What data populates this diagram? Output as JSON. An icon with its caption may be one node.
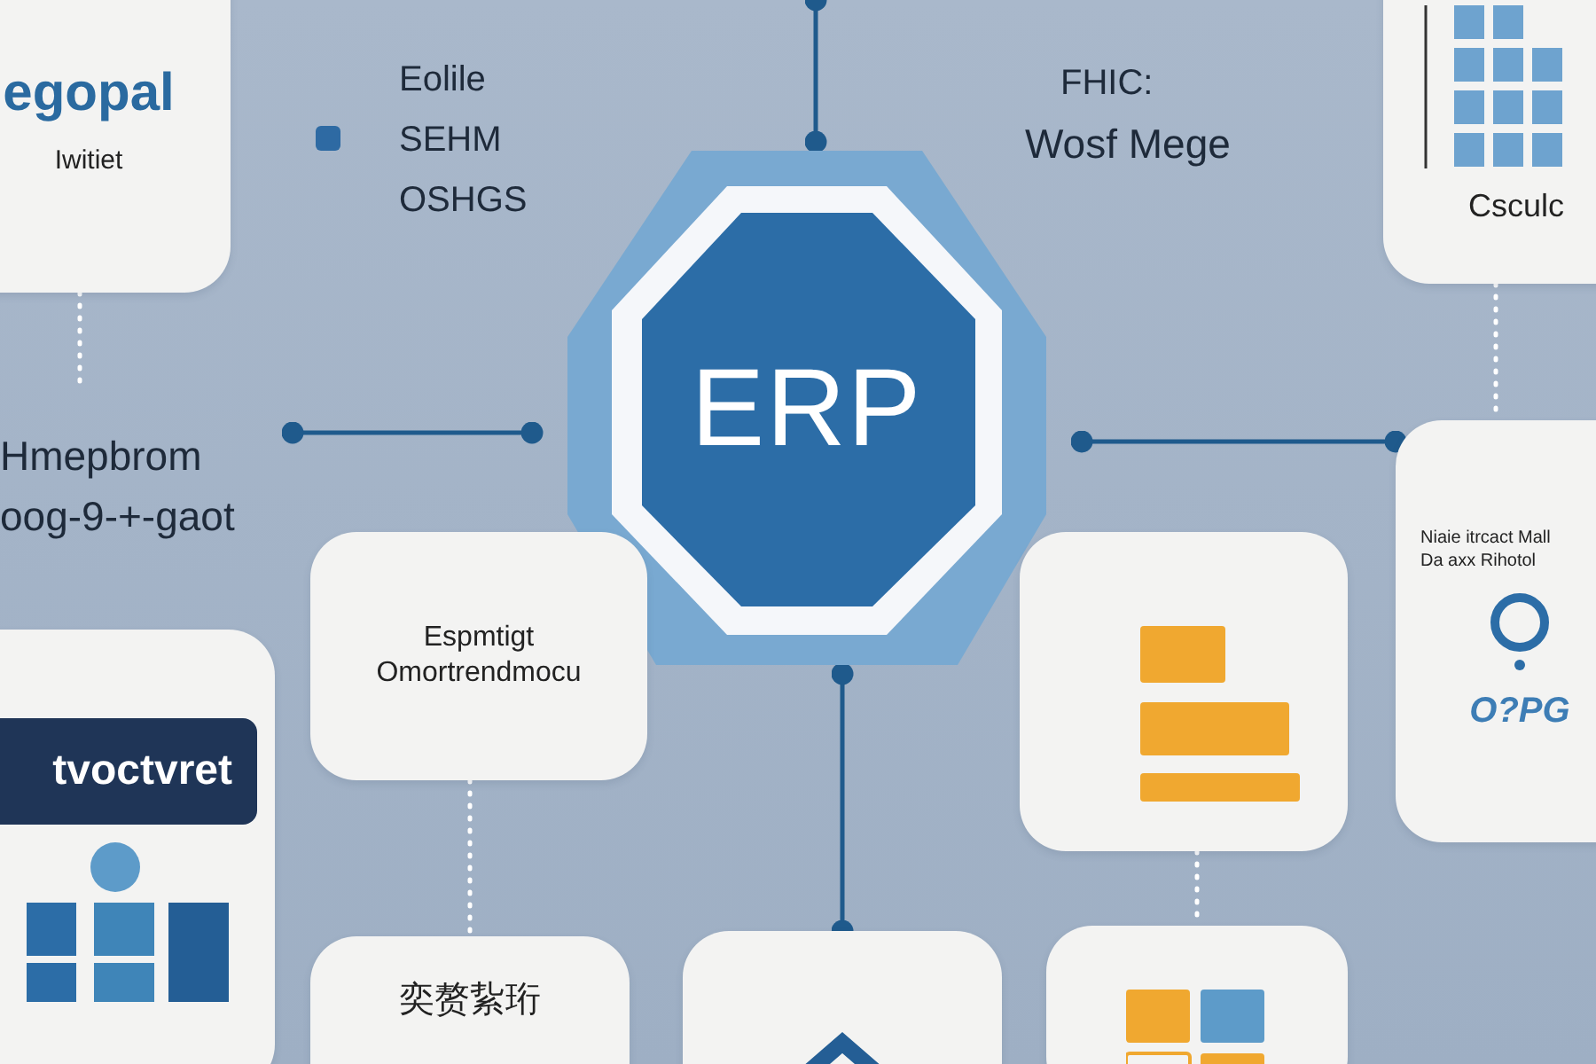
{
  "diagram": {
    "nodes": [
      {
        "text": [
          "egopal",
          "Iwitiet"
        ]
      },
      {
        "text": [
          "ERP"
        ]
      },
      {
        "text": [
          "Csculc"
        ]
      },
      {
        "text": [
          "Niaie itrcact Mall Da axx Rihotol",
          "O?PG"
        ]
      },
      {
        "text": [
          "Espmtigt Omortrendmocu"
        ]
      },
      {
        "text": [],
        "shape": "box"
      },
      {
        "text": [
          "tvoctvret"
        ]
      },
      {
        "text": [
          "奕赘紥珩"
        ]
      },
      {
        "text": [],
        "shape": "box"
      },
      {
        "text": [],
        "shape": "box"
      }
    ],
    "edges": [
      {
        "from": null,
        "to": 1,
        "arrow": "other"
      },
      {
        "from": 1,
        "to": 3,
        "arrow": "other"
      },
      {
        "from": null,
        "to": 1,
        "arrow": "other"
      },
      {
        "from": 1,
        "to": 8,
        "arrow": "other"
      },
      {
        "from": 0,
        "to": null,
        "arrow": "none",
        "style": "dashed",
        "color": "#ffffff"
      },
      {
        "from": 2,
        "to": 3,
        "arrow": "none",
        "style": "dashed",
        "color": "#ffffff"
      },
      {
        "from": 4,
        "to": 7,
        "arrow": "none",
        "style": "dashed",
        "color": "#ffffff"
      },
      {
        "from": 5,
        "to": 9,
        "arrow": "none",
        "style": "dashed",
        "color": "#ffffff"
      }
    ],
    "labels": [
      "Eolile",
      "SEHM",
      "OSHGS",
      "FHIC:",
      "Wosf Mege",
      "Hmepbrom",
      "oog-9-+-gaot"
    ]
  }
}
